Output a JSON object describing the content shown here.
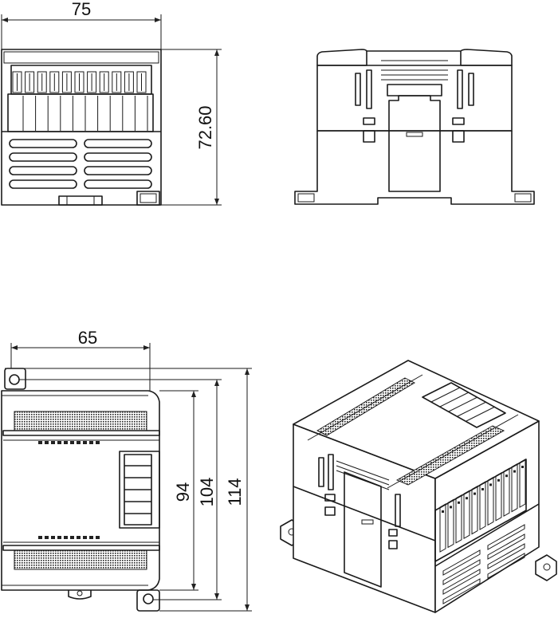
{
  "dimensions": {
    "front_width": "75",
    "front_height": "72.60",
    "top_width": "65",
    "top_inner": "94",
    "top_mid": "104",
    "top_outer": "114"
  }
}
